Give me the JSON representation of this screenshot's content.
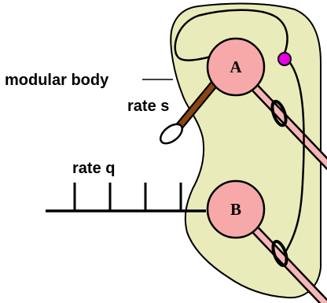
{
  "labels": {
    "body": "modular body",
    "rate_s": "rate s",
    "rate_q": "rate q",
    "node_a": "A",
    "node_b": "B"
  },
  "colors": {
    "body_fill": "#e9ecba",
    "node_fill": "#f7a9a9",
    "rod_brown": "#8b4513",
    "rod_pink": "#f7b6b6",
    "joint_magenta": "#e600e6",
    "stroke": "#000000"
  }
}
